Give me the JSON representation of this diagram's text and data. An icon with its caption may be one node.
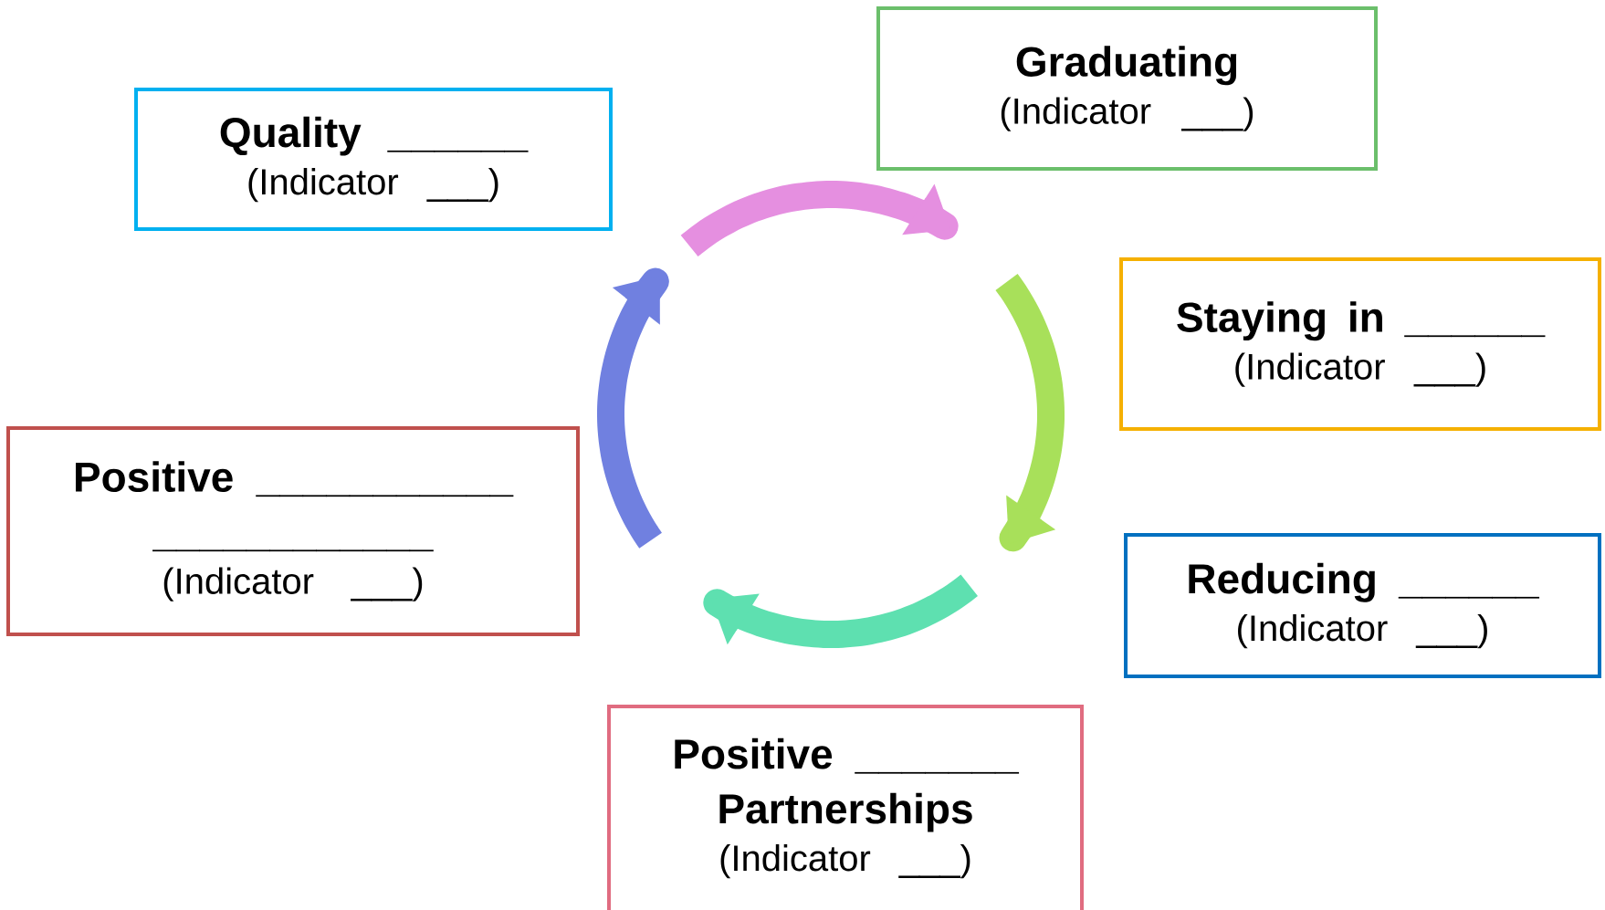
{
  "diagram": {
    "nodes": [
      {
        "text": [
          "Graduating",
          "(Indicator ___)"
        ]
      },
      {
        "text": [
          "Quality ______",
          "(Indicator ___)"
        ]
      },
      {
        "text": [
          "Staying in ______",
          "(Indicator ___)"
        ]
      },
      {
        "text": [
          "Positive ___________ ____________",
          "(Indicator ___)"
        ]
      },
      {
        "text": [
          "Reducing ______",
          "(Indicator ___)"
        ]
      },
      {
        "text": [
          "Positive _______ Partnerships",
          "(Indicator ___)"
        ]
      }
    ]
  }
}
